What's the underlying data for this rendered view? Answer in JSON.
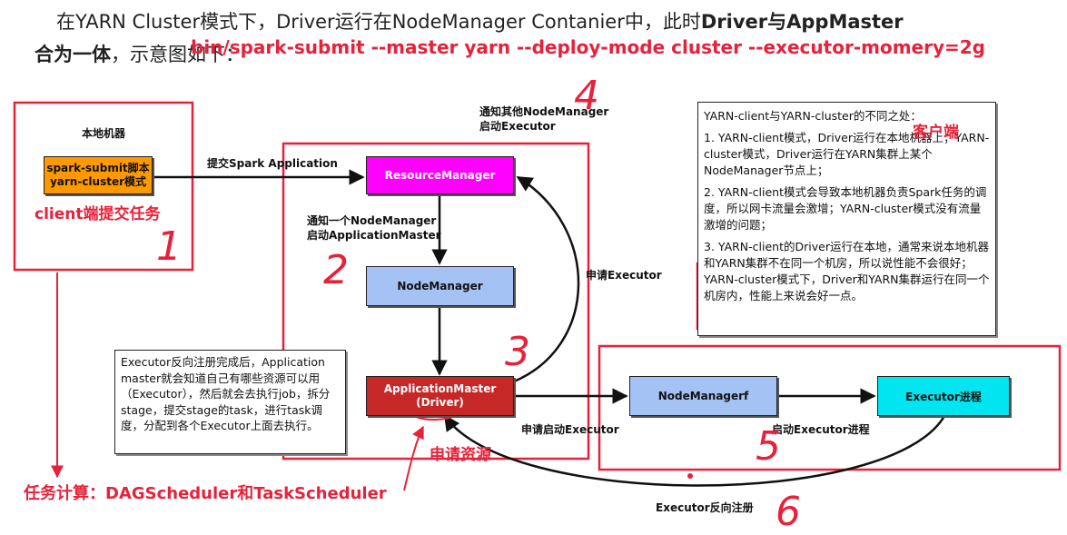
{
  "header": {
    "line1_pre": "在YARN Cluster模式下，Driver运行在NodeManager Contanier中，此时",
    "line1_bold": "Driver与AppMaster",
    "line2_bold": "合为一体",
    "line2_rest": "，示意图如下：",
    "command": "bin/spark-submit  --master yarn --deploy-mode cluster  --executor-momery=2g"
  },
  "client": {
    "title": "本地机器",
    "script_line1": "spark-submit脚本",
    "script_line2": "yarn-cluster模式",
    "caption": "client端提交任务"
  },
  "nodes": {
    "resource_manager": "ResourceManager",
    "node_manager": "NodeManager",
    "app_master_line1": "ApplicationMaster",
    "app_master_line2": "(Driver)",
    "node_manager_f": "NodeManagerf",
    "executor": "Executor进程"
  },
  "edges": {
    "submit": "提交Spark Application",
    "notify_one_line1": "通知一个NodeManager",
    "notify_one_line2": "启动ApplicationMaster",
    "notify_other_line1": "通知其他NodeManager",
    "notify_other_line2": "启动Executor",
    "request_executor": "申请Executor",
    "request_start_executor": "申请启动Executor",
    "start_executor_process": "启动Executor进程",
    "executor_register": "Executor反向注册"
  },
  "notes": {
    "executor_note": "Executor反向注册完成后，Application master就会知道自己有哪些资源可以用（Executor），然后就会去执行job，拆分stage，提交stage的task，进行task调度，分配到各个Executor上面去执行。",
    "diff_title": "YARN-client与YARN-cluster的不同之处：",
    "diff_1": "1. YARN-client模式，Driver运行在本地机器上；YARN-cluster模式，Driver运行在YARN集群上某个NodeManager节点上；",
    "diff_2": "2. YARN-client模式会导致本地机器负责Spark任务的调度，所以网卡流量会激增；YARN-cluster模式没有流量激增的问题；",
    "diff_3": "3. YARN-client的Driver运行在本地，通常来说本地机器和YARN集群不在同一个机房，所以说性能不会很好；YARN-cluster模式下，Driver和YARN集群运行在同一个机房内，性能上来说会好一点。"
  },
  "annotations": {
    "client_side": "客户端",
    "request_resources": "申请资源",
    "task_compute": "任务计算：DAGScheduler和TaskScheduler",
    "n1": "1",
    "n2": "2",
    "n3": "3",
    "n4": "4",
    "n5": "5",
    "n6": "6"
  },
  "colors": {
    "red": "#e8213a",
    "orange": "#ff9900",
    "magenta": "#ff00ff",
    "light_blue": "#a4c2f4",
    "dark_red": "#c62828",
    "cyan": "#00e5ef"
  }
}
